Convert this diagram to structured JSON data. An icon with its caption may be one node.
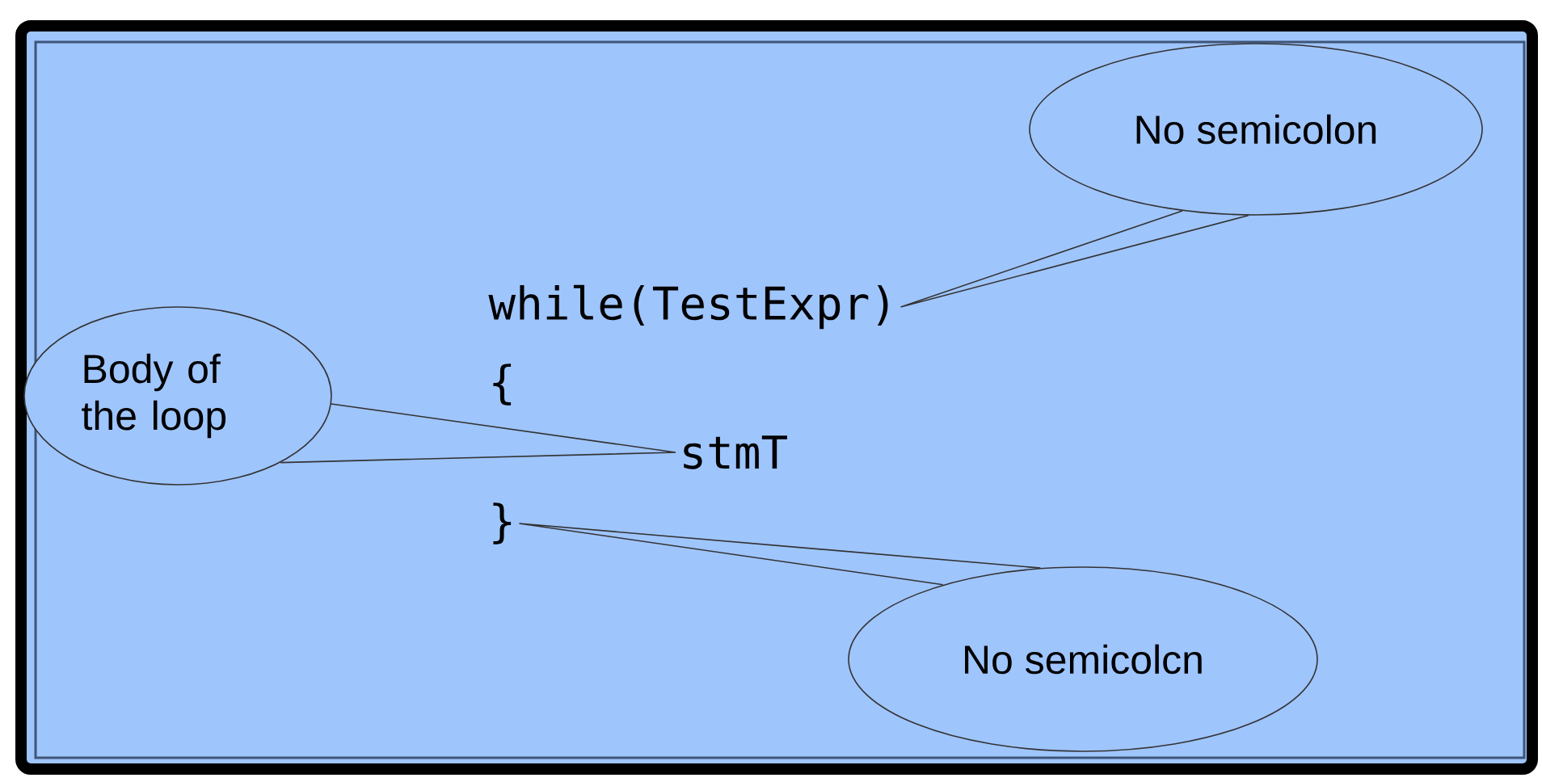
{
  "diagram": {
    "nodes": [
      {
        "text": [
          "No semicolon"
        ]
      },
      {
        "text": [
          "while(TestExpr)"
        ]
      },
      {
        "text": [
          "Body of the loop"
        ]
      },
      {
        "text": [
          "stmT"
        ]
      },
      {
        "text": [
          "}"
        ]
      },
      {
        "text": [
          "No semicolcn"
        ]
      }
    ],
    "edges": [
      {
        "from": 0,
        "to": 1,
        "arrow": "none"
      },
      {
        "from": 2,
        "to": 3,
        "arrow": "none"
      },
      {
        "from": 5,
        "to": 4,
        "arrow": "none"
      }
    ],
    "labels": [
      "{"
    ]
  }
}
